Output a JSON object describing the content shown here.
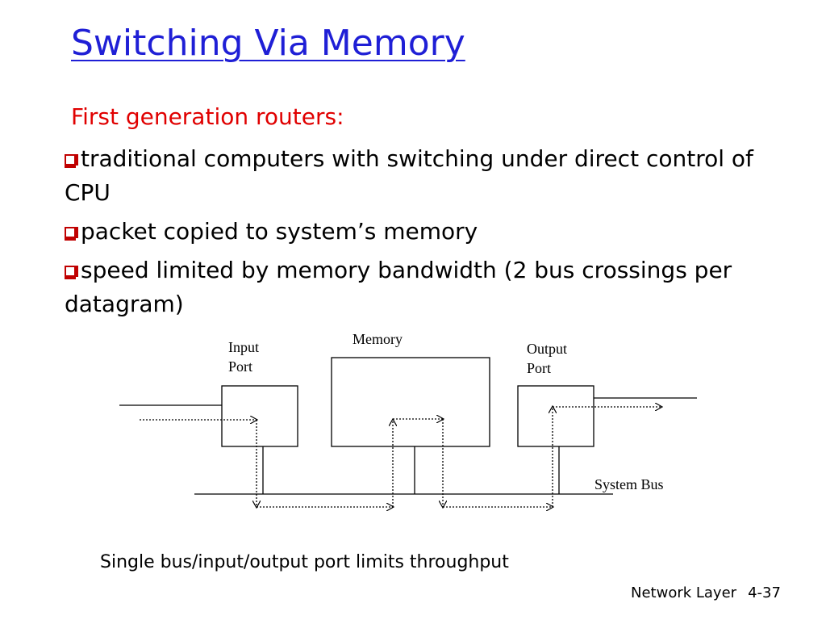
{
  "slide": {
    "title": "Switching Via Memory",
    "subtitle": "First generation routers:",
    "bullets": [
      "traditional computers with switching under direct control of CPU",
      "packet copied to system’s memory",
      "speed limited by memory bandwidth (2 bus crossings per datagram)"
    ],
    "caption": "Single bus/input/output port limits throughput",
    "footer": {
      "section": "Network Layer",
      "page": "4-37"
    }
  },
  "diagram": {
    "input_port_line1": "Input",
    "input_port_line2": "Port",
    "memory_label": "Memory",
    "output_port_line1": "Output",
    "output_port_line2": "Port",
    "bus_label": "System Bus"
  },
  "colors": {
    "title": "#1f1fd6",
    "subtitle": "#e00000",
    "bullet": "#c00000"
  }
}
